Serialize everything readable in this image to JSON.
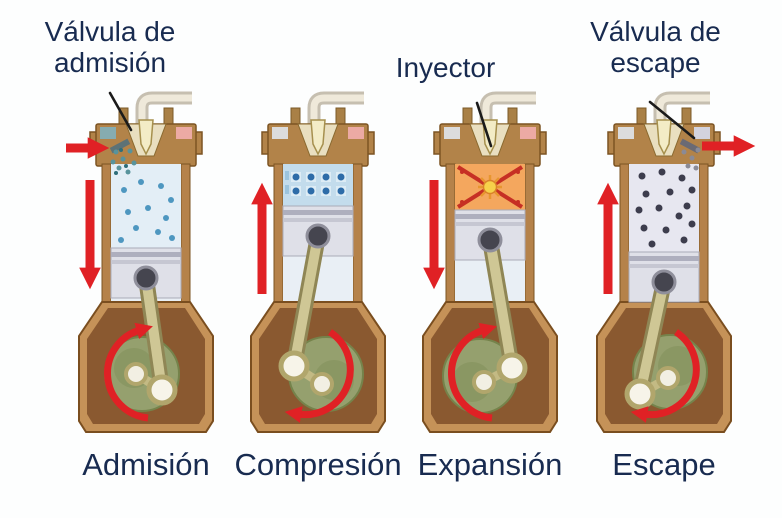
{
  "diagram": {
    "type": "four-stroke-diesel-engine-cycle",
    "labels": {
      "intake_valve": "Válvula de\nadmisión",
      "injector": "Inyector",
      "exhaust_valve": "Válvula de\nescape"
    },
    "stages": [
      {
        "name": "Admisión",
        "piston_arrow": "down",
        "flow_arrow": "in",
        "crank_rotation": "clockwise",
        "cylinder_content": "intake-air"
      },
      {
        "name": "Compresión",
        "piston_arrow": "up",
        "flow_arrow": null,
        "crank_rotation": "clockwise",
        "cylinder_content": "compressed-air"
      },
      {
        "name": "Expansión",
        "piston_arrow": "down",
        "flow_arrow": null,
        "crank_rotation": "clockwise",
        "cylinder_content": "combustion"
      },
      {
        "name": "Escape",
        "piston_arrow": "up",
        "flow_arrow": "out",
        "crank_rotation": "clockwise",
        "cylinder_content": "exhaust-gas"
      }
    ],
    "colors": {
      "arrow_red": "#e02125",
      "label_text": "#182b50",
      "cylinder_brown": "#b5824a",
      "crankcase_brown": "#8a5930",
      "crankcase_border": "#c59258",
      "rod_olive": "#cfc795",
      "crank_disc_green": "#95a06e",
      "intake_air_dot_blue": "#4e97c0",
      "compressed_dot_blue": "#2e6ca8",
      "combustion_orange": "#f4a75e",
      "exhaust_dot_gray": "#3d3d4d",
      "injector_cream": "#f3ecc6",
      "valve_seat_pink": "#ecaaa4"
    }
  }
}
